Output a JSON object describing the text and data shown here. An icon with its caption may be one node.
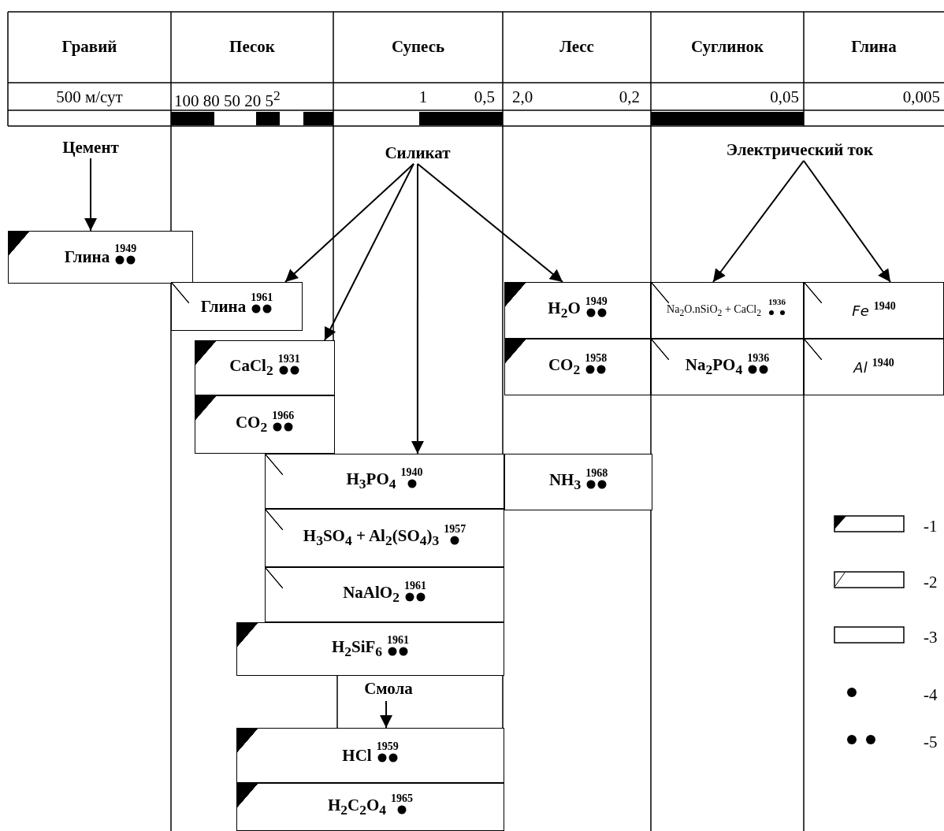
{
  "diagram": {
    "nodes": [
      {
        "text": [
          "Цемент"
        ]
      },
      {
        "text": [
          "Силикат"
        ]
      },
      {
        "text": [
          "Электрический ток"
        ]
      },
      {
        "text": [
          "Глина",
          "1949"
        ]
      },
      {
        "text": [
          "Глина",
          "1961"
        ]
      },
      {
        "text": [
          "H$_{2}$O",
          "1949"
        ]
      },
      {
        "text": [
          "Na$_{2}$O.nSiO$_{2}$ + CaCl$_{2}$",
          "1936"
        ]
      },
      {
        "text": [
          "Fe",
          "1940"
        ]
      },
      {
        "text": [
          "CaCl$_{2}$",
          "1931"
        ]
      },
      {
        "text": [
          "CO$_{2}$",
          "1958"
        ]
      },
      {
        "text": [
          "Na$_{2}$PO$_{4}$",
          "1936"
        ]
      },
      {
        "text": [
          "Al",
          "1940"
        ]
      },
      {
        "text": [
          "CO$_{2}$",
          "1966"
        ]
      },
      {
        "text": [
          "H$_{3}$PO$_{4}$",
          "1940"
        ]
      },
      {
        "text": [
          "NH$_{3}$",
          "1968"
        ]
      },
      {
        "text": [
          "H$_{3}$SO$_{4}$ + Al$_{2}$(SO$_{4}$)$_{3}$",
          "1957"
        ]
      },
      {
        "text": [
          "NaAlO$_{2}$",
          "1961"
        ]
      },
      {
        "text": [
          "H$_{2}$SiF$_{6}$",
          "1961"
        ]
      },
      {
        "text": [
          "Смола"
        ]
      },
      {
        "text": [
          "HCl",
          "1959"
        ]
      },
      {
        "text": [
          "H$_{2}$C$_{2}$O$_{4}$",
          "1965"
        ]
      }
    ],
    "edges": [
      {
        "from": 0,
        "to": 3,
        "arrow": "to"
      },
      {
        "from": 1,
        "to": 4,
        "arrow": "to"
      },
      {
        "from": 1,
        "to": 8,
        "arrow": "to"
      },
      {
        "from": 1,
        "to": 13,
        "arrow": "to"
      },
      {
        "from": 1,
        "to": 5,
        "arrow": "to"
      },
      {
        "from": 2,
        "to": 6,
        "arrow": "to"
      },
      {
        "from": 2,
        "to": 7,
        "arrow": "to"
      },
      {
        "from": 18,
        "to": 19,
        "arrow": "to"
      }
    ],
    "labels": [
      "Гравий",
      "Песок",
      "Супесь",
      "Лесс",
      "Суглинок",
      "Глина",
      "500 м/сут",
      "100 80 50 20 5$^{2}$",
      "1",
      "0,5",
      "2,0",
      "0,2",
      "0,05",
      "0,005"
    ],
    "legend": [
      {
        "text": "-1"
      },
      {
        "text": "-2"
      },
      {
        "text": "-3"
      },
      {
        "text": "-4"
      },
      {
        "text": "-5"
      }
    ]
  }
}
